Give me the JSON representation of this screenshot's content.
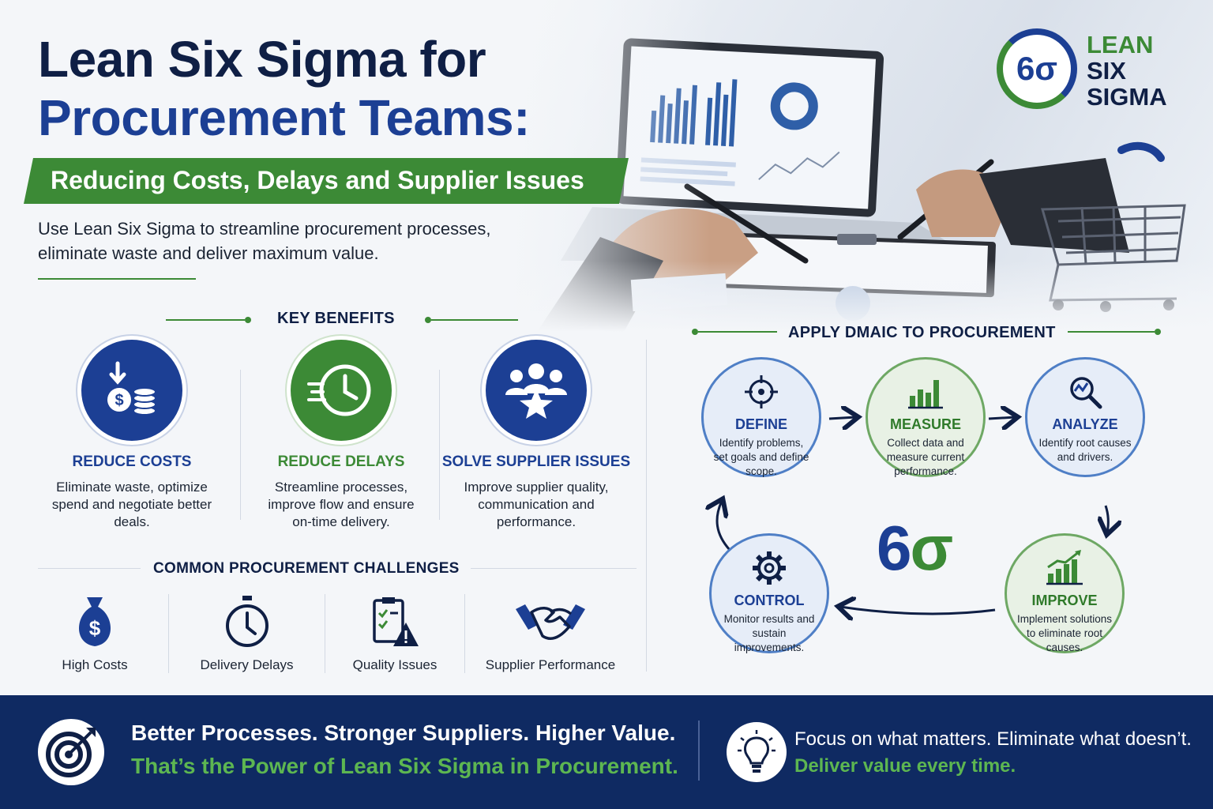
{
  "title": {
    "line1": "Lean Six Sigma for",
    "line2": "Procurement Teams:"
  },
  "subtitle": "Reducing Costs, Delays and Supplier Issues",
  "intro": "Use Lean Six Sigma to streamline procurement processes, eliminate waste and deliver maximum value.",
  "logo": {
    "mark": "6σ",
    "line1": "LEAN",
    "line2": "SIX",
    "line3": "SIGMA"
  },
  "key_benefits": {
    "heading": "KEY BENEFITS",
    "items": [
      {
        "title": "REDUCE COSTS",
        "desc": "Eliminate waste, optimize spend and negotiate better deals.",
        "icon": "dollar-coins-icon",
        "color": "#1c3f94"
      },
      {
        "title": "REDUCE DELAYS",
        "desc": "Streamline processes, improve flow and ensure on-time delivery.",
        "icon": "fast-clock-icon",
        "color": "#3c8a36"
      },
      {
        "title": "SOLVE SUPPLIER ISSUES",
        "desc": "Improve supplier quality, communication and performance.",
        "icon": "team-star-icon",
        "color": "#1c3f94"
      }
    ]
  },
  "challenges": {
    "heading": "COMMON PROCUREMENT CHALLENGES",
    "items": [
      {
        "label": "High Costs",
        "icon": "money-bag-icon"
      },
      {
        "label": "Delivery Delays",
        "icon": "stopwatch-icon"
      },
      {
        "label": "Quality Issues",
        "icon": "checklist-warning-icon"
      },
      {
        "label": "Supplier Performance",
        "icon": "handshake-icon"
      }
    ]
  },
  "dmaic": {
    "heading": "APPLY DMAIC TO PROCUREMENT",
    "center": {
      "main": "6",
      "accent": "σ"
    },
    "phases": [
      {
        "title": "DEFINE",
        "desc": "Identify problems, set goals and define scope.",
        "icon": "target-crosshair-icon"
      },
      {
        "title": "MEASURE",
        "desc": "Collect data and measure current performance.",
        "icon": "bar-chart-icon"
      },
      {
        "title": "ANALYZE",
        "desc": "Identify root causes and drivers.",
        "icon": "magnifier-trend-icon"
      },
      {
        "title": "IMPROVE",
        "desc": "Implement solutions to eliminate root causes.",
        "icon": "growth-chart-icon"
      },
      {
        "title": "CONTROL",
        "desc": "Monitor results and sustain improvements.",
        "icon": "gear-icon"
      }
    ]
  },
  "footer": {
    "left_line1": "Better Processes. Stronger Suppliers. Higher Value.",
    "left_line2": "That’s the Power of Lean Six Sigma in Procurement.",
    "right_line1": "Focus on what matters. Eliminate what doesn’t.",
    "right_line2": "Deliver value every time.",
    "left_icon": "target-arrow-icon",
    "right_icon": "lightbulb-icon"
  },
  "colors": {
    "navy": "#0f1f45",
    "brand_blue": "#1c3f94",
    "brand_green": "#3c8a36",
    "footer_bg": "#0f2a62"
  }
}
